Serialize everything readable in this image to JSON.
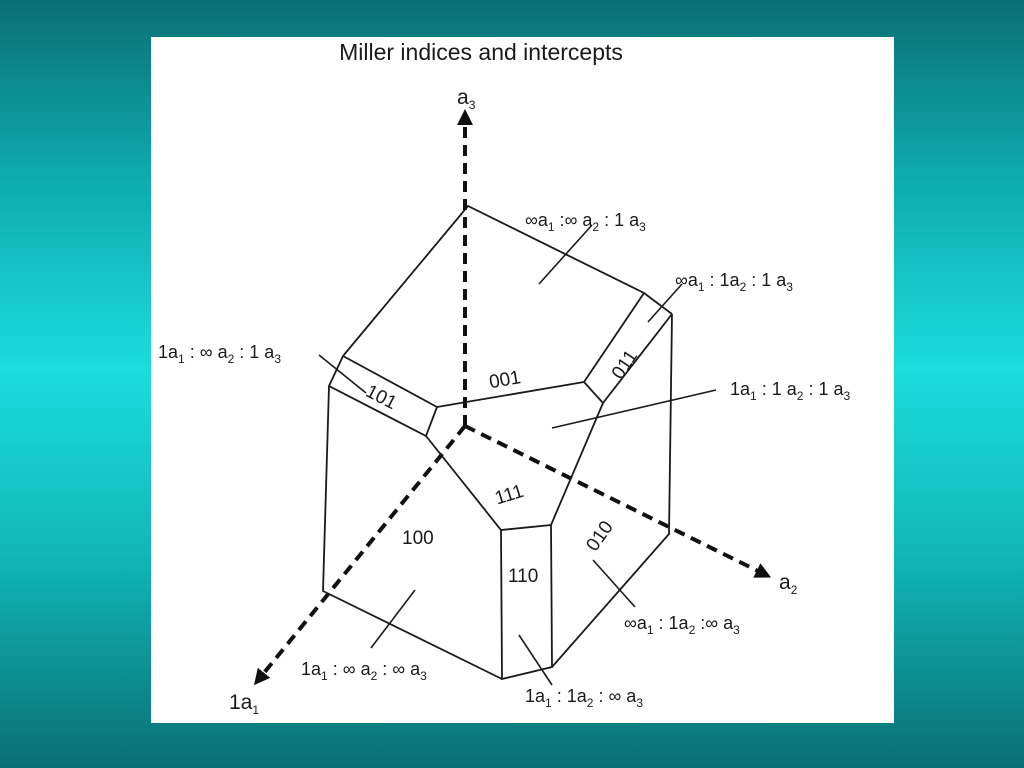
{
  "title": "Miller indices and intercepts",
  "axes": {
    "a3": {
      "main": "a",
      "sub": "3"
    },
    "a2": {
      "main": "a",
      "sub": "2"
    },
    "a1": {
      "main": "1a",
      "sub": "1"
    }
  },
  "faces": {
    "f001": "001",
    "f011": "011",
    "f101": "101",
    "f111": "111",
    "f100": "100",
    "f010": "010",
    "f110": "110"
  },
  "intercepts": {
    "top": [
      "∞",
      "a",
      "1",
      " :",
      "∞",
      " a",
      "2",
      " : 1 a",
      "3"
    ],
    "i011": [
      "∞",
      "a",
      "1",
      " : 1a",
      "2",
      " : 1 a",
      "3"
    ],
    "i101": [
      "1a",
      "1",
      " : ",
      "∞",
      " a",
      "2",
      " : 1 a",
      "3"
    ],
    "i111": [
      "1a",
      "1",
      " :  1 a",
      "2",
      " : 1 a",
      "3"
    ],
    "i010": [
      "∞",
      "a",
      "1",
      " :  1a",
      "2",
      " :",
      "∞",
      " a",
      "3"
    ],
    "i100": [
      "1a",
      "1",
      " : ",
      "∞",
      " a",
      "2",
      " : ",
      "∞",
      " a",
      "3"
    ],
    "i110": [
      "1a",
      "1",
      " :  1a",
      "2",
      " : ",
      "∞",
      " a",
      "3"
    ]
  }
}
